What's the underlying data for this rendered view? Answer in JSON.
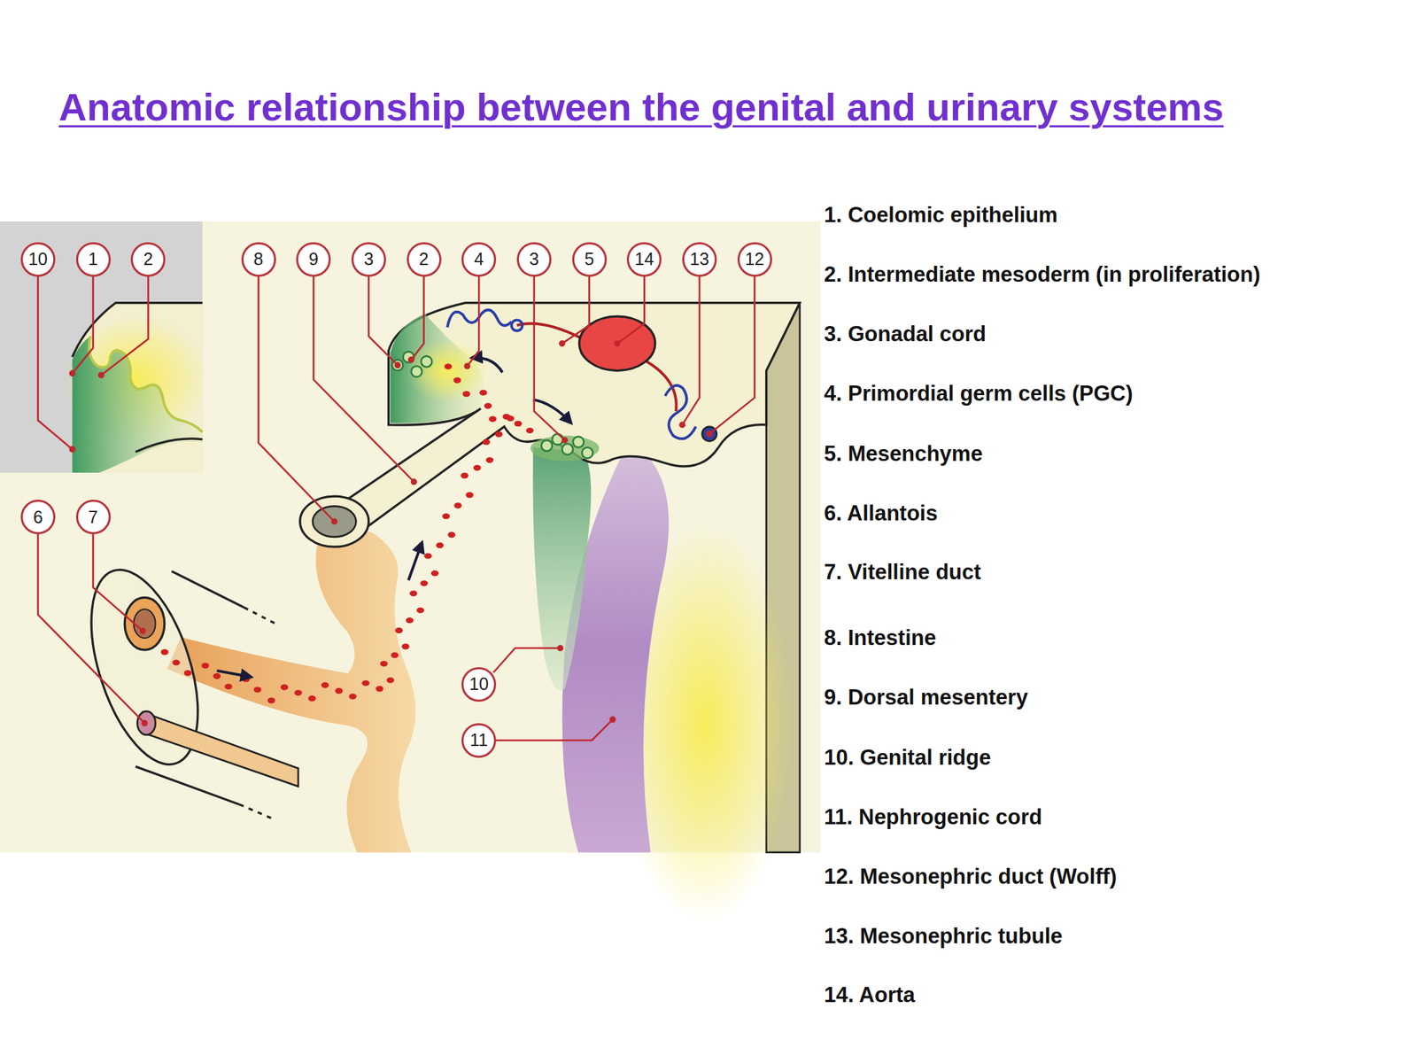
{
  "diagram": {
    "title": "Anatomic relationship between the genital and urinary systems",
    "nodes": [
      {
        "text": [
          "10"
        ]
      },
      {
        "text": [
          "1"
        ]
      },
      {
        "text": [
          "2"
        ]
      },
      {
        "text": [
          "8"
        ]
      },
      {
        "text": [
          "9"
        ]
      },
      {
        "text": [
          "3"
        ]
      },
      {
        "text": [
          "2"
        ]
      },
      {
        "text": [
          "4"
        ]
      },
      {
        "text": [
          "3"
        ]
      },
      {
        "text": [
          "5"
        ]
      },
      {
        "text": [
          "14"
        ]
      },
      {
        "text": [
          "13"
        ]
      },
      {
        "text": [
          "12"
        ]
      },
      {
        "text": [
          "6"
        ]
      },
      {
        "text": [
          "7"
        ]
      },
      {
        "text": [
          "10"
        ]
      },
      {
        "text": [
          "11"
        ]
      }
    ],
    "labels": [
      "1. Coelomic epithelium",
      "2. Intermediate mesoderm (in proliferation)",
      "3. Gonadal cord",
      "4. Primordial germ cells (PGC)",
      "5. Mesenchyme",
      "6. Allantois",
      "7. Vitelline duct",
      "8. Intestine",
      "9. Dorsal mesentery",
      "10. Genital ridge",
      "11. Nephrogenic cord",
      "12. Mesonephric duct (Wolff)",
      "13. Mesonephric tubule",
      "14. Aorta"
    ]
  }
}
